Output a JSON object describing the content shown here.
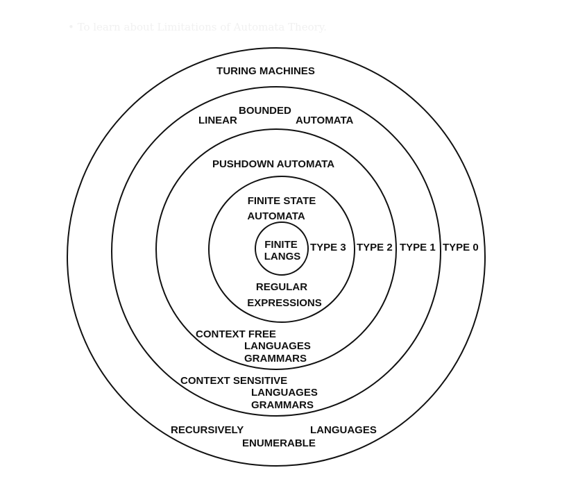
{
  "header": {
    "bullet_text": "• To learn about Limitations of Automata Theory."
  },
  "diagram": {
    "rings": {
      "turing": {
        "title": "TURING MACHINES",
        "type_label": "TYPE 0",
        "languages_word1": "RECURSIVELY",
        "languages_word2": "LANGUAGES",
        "languages_word3": "ENUMERABLE"
      },
      "lba": {
        "title_word1": "LINEAR",
        "title_word2": "BOUNDED",
        "title_word3": "AUTOMATA",
        "type_label": "TYPE 1",
        "languages_line1": "CONTEXT SENSITIVE",
        "languages_line2": "LANGUAGES",
        "languages_line3": "GRAMMARS"
      },
      "pushdown": {
        "title": "PUSHDOWN AUTOMATA",
        "type_label": "TYPE 2",
        "languages_line1": "CONTEXT FREE",
        "languages_line2": "LANGUAGES",
        "languages_line3": "GRAMMARS"
      },
      "finite_state": {
        "title_line1": "FINITE STATE",
        "title_line2": "AUTOMATA",
        "type_label": "TYPE 3",
        "languages_line1": "REGULAR",
        "languages_line2": "EXPRESSIONS"
      },
      "finite": {
        "line1": "FINITE",
        "line2": "LANGS"
      }
    }
  }
}
